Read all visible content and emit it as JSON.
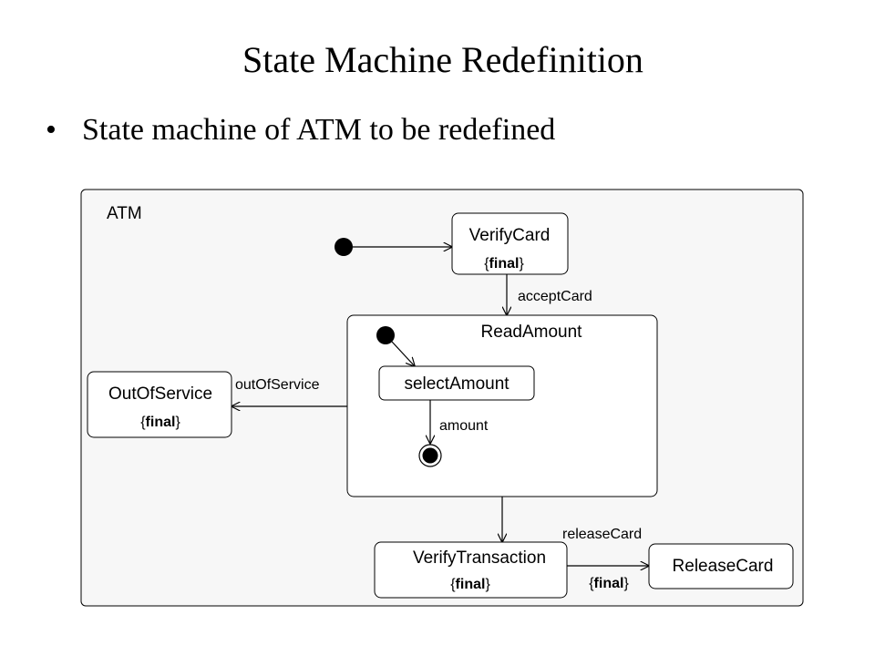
{
  "slide": {
    "title": "State Machine Redefinition",
    "bullet": "State machine of ATM to be redefined"
  },
  "diagram": {
    "machine_name": "ATM",
    "states": {
      "verify_card": {
        "name": "VerifyCard",
        "modifier": "final"
      },
      "read_amount": {
        "name": "ReadAmount"
      },
      "select_amount": {
        "name": "selectAmount"
      },
      "out_of_service": {
        "name": "OutOfService",
        "modifier": "final"
      },
      "verify_transaction": {
        "name": "VerifyTransaction",
        "modifier": "final"
      },
      "release_card": {
        "name": "ReleaseCard"
      }
    },
    "transitions": {
      "accept_card": "acceptCard",
      "amount": "amount",
      "out_of_service": "outOfService",
      "release_card": "releaseCard",
      "release_card_modifier": "final"
    }
  }
}
